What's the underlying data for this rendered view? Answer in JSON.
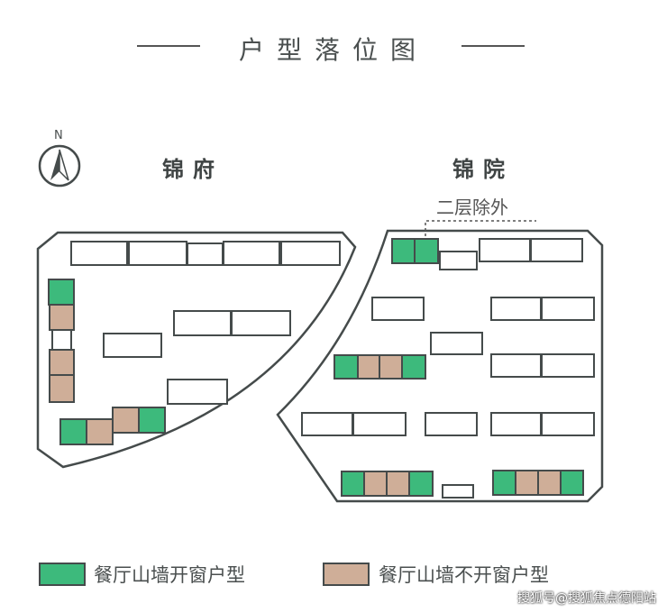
{
  "title": "户型落位图",
  "north_label": "N",
  "blocks": {
    "left": {
      "name": "锦府"
    },
    "right": {
      "name": "锦院",
      "note": "二层除外"
    }
  },
  "legend": [
    {
      "label": "餐厅山墙开窗户型",
      "color": "#3dba7c"
    },
    {
      "label": "餐厅山墙不开窗户型",
      "color": "#cfae98"
    }
  ],
  "colors": {
    "stroke": "#454b4b",
    "green": "#3dba7c",
    "tan": "#cfae98"
  },
  "watermark": "搜狐号@搜狐焦点德阳站"
}
